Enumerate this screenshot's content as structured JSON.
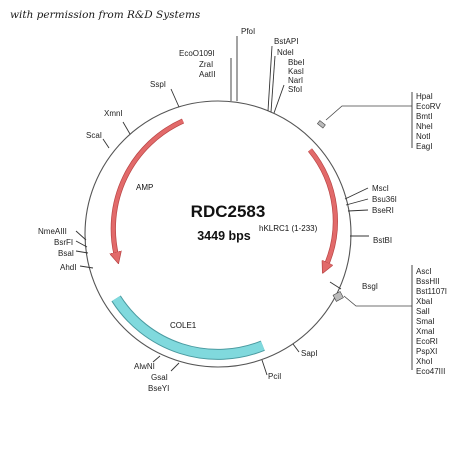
{
  "credit": "with permission from R&D Systems",
  "plasmid": {
    "name": "RDC2583",
    "size_label": "3449 bps"
  },
  "features": {
    "amp": "AMP",
    "insert": "hKLRC1 (1-233)",
    "ori": "COLE1"
  },
  "sites": {
    "pfol": "PfoI",
    "bstapi": "BstAPI",
    "ndei": "NdeI",
    "bbei": "BbeI",
    "kasi": "KasI",
    "nari": "NarI",
    "sfoi": "SfoI",
    "ecoo109i": "EcoO109I",
    "zrai": "ZraI",
    "aatii": "AatII",
    "sspi": "SspI",
    "xmni": "XmnI",
    "scai": "ScaI",
    "nmeaiii": "NmeAIII",
    "bsrfi": "BsrFI",
    "bsai": "BsaI",
    "ahdi": "AhdI",
    "alwni": "AlwNI",
    "gsai": "GsaI",
    "bseyi": "BseYI",
    "pcil": "PciI",
    "sapi": "SapI",
    "bsgi": "BsgI",
    "bstbi": "BstBI",
    "msci": "MscI",
    "bsu36i": "Bsu36I",
    "bseri": "BseRI"
  },
  "mcs_upper": [
    "HpaI",
    "EcoRV",
    "BmtI",
    "NheI",
    "NotI",
    "EagI"
  ],
  "mcs_lower": [
    "AscI",
    "BssHII",
    "Bst1107I",
    "XbaI",
    "SalI",
    "SmaI",
    "XmaI",
    "EcoRI",
    "PspXI",
    "XhoI",
    "Eco47III"
  ]
}
